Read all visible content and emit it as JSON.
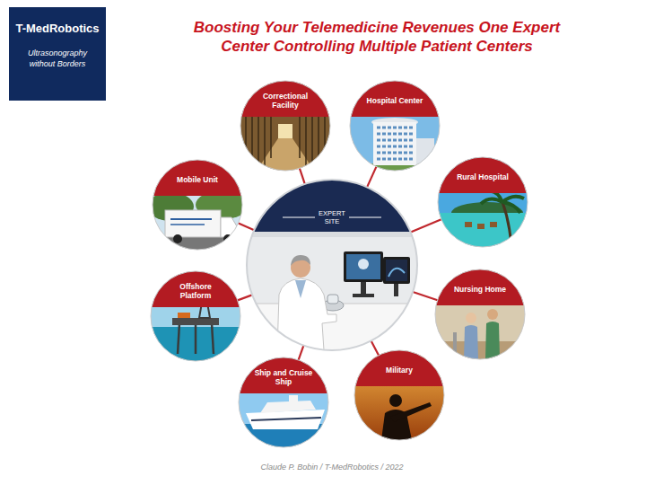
{
  "diagram": {
    "title": "Boosting Your Telemedicine Revenues One Expert Center Controlling Multiple Patient Centers",
    "caption": "Claude P. Bobin / T-MedRobotics / 2022",
    "nodes": [
      {
        "text": [
          "T-MedRobotics",
          "Ultrasonography without Borders"
        ]
      },
      {
        "text": [
          "EXPERT SITE"
        ]
      },
      {
        "text": [
          "Correctional Facility"
        ]
      },
      {
        "text": [
          "Hospital Center"
        ]
      },
      {
        "text": [
          "Rural Hospital"
        ]
      },
      {
        "text": [
          "Nursing Home"
        ]
      },
      {
        "text": [
          "Military"
        ]
      },
      {
        "text": [
          "Ship and Cruise Ship"
        ]
      },
      {
        "text": [
          "Offshore Platform"
        ]
      },
      {
        "text": [
          "Mobile Unit"
        ]
      }
    ],
    "edges": [
      {
        "from": 1,
        "to": 2,
        "arrow": "none"
      },
      {
        "from": 1,
        "to": 3,
        "arrow": "none"
      },
      {
        "from": 1,
        "to": 4,
        "arrow": "none"
      },
      {
        "from": 1,
        "to": 5,
        "arrow": "none"
      },
      {
        "from": 1,
        "to": 6,
        "arrow": "none"
      },
      {
        "from": 1,
        "to": 7,
        "arrow": "none"
      },
      {
        "from": 1,
        "to": 8,
        "arrow": "none"
      },
      {
        "from": 1,
        "to": 9,
        "arrow": "none"
      }
    ]
  }
}
